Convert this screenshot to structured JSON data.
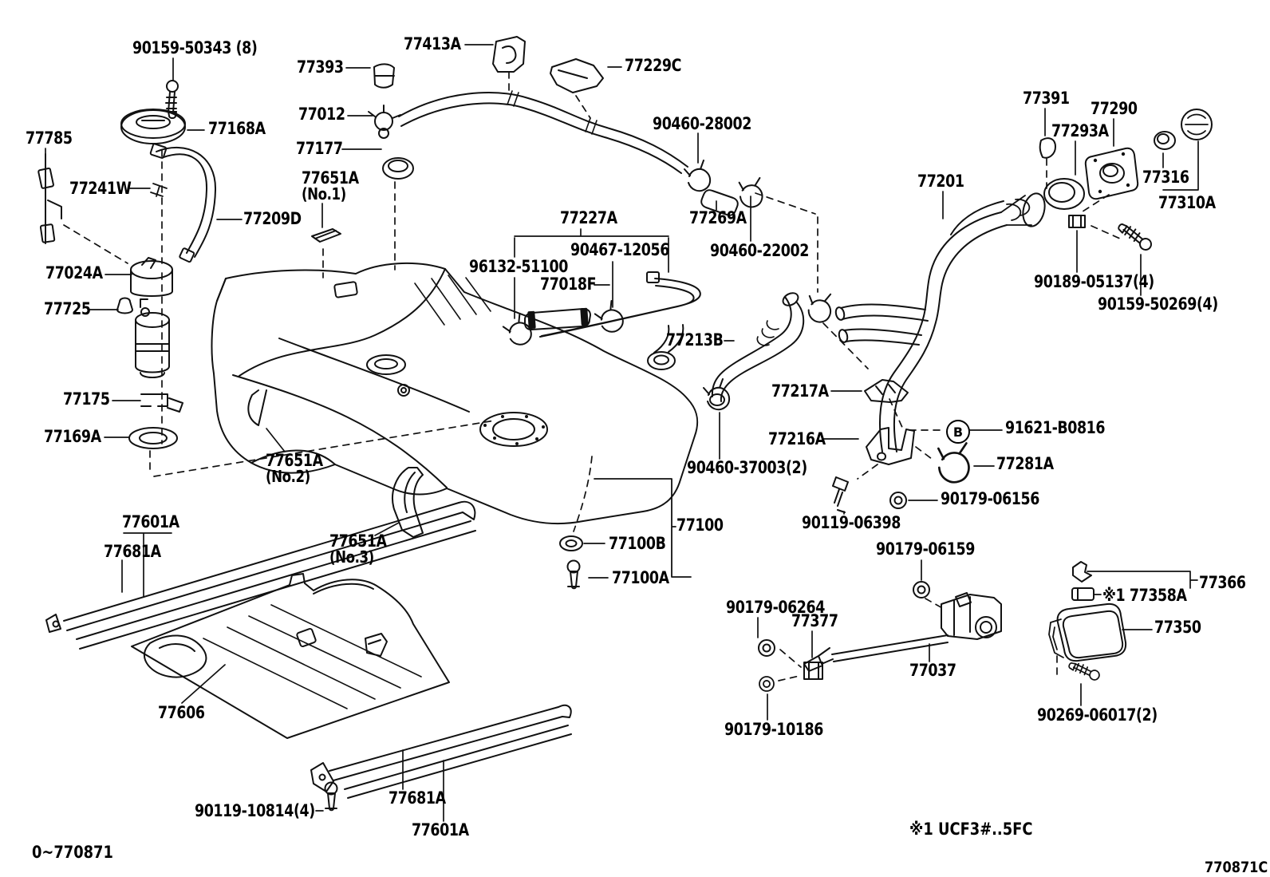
{
  "page": {
    "figure_code": "0~770871",
    "sheet_code": "770871C",
    "footnote": "※1 UCF3#..5FC",
    "ref_circle_label": "B",
    "colors": {
      "ink": "#111111",
      "background": "#ffffff"
    }
  },
  "callouts": [
    {
      "id": "screw-tank-plate",
      "text": "90159-50343 (8)"
    },
    {
      "id": "plate-fuel-pump",
      "text": "77168A"
    },
    {
      "id": "fuel-sender-gauge",
      "text": "77785"
    },
    {
      "id": "clip-tube",
      "text": "77241W"
    },
    {
      "id": "fuel-hose-no2",
      "text": "77209D"
    },
    {
      "id": "fuel-suction-support",
      "text": "77024A"
    },
    {
      "id": "valve-fuel-suction",
      "text": "77725"
    },
    {
      "id": "bracket-fuel-pump",
      "text": "77175"
    },
    {
      "id": "gasket-fuel-suction",
      "text": "77169A"
    },
    {
      "id": "cushion-tank-no2",
      "text": "77651A",
      "sub": "(No.2)"
    },
    {
      "id": "grommet-vent",
      "text": "77393"
    },
    {
      "id": "clamp-vent-tube",
      "text": "77413A"
    },
    {
      "id": "bracket-vent-hose",
      "text": "77229C"
    },
    {
      "id": "valve-fuel-cutoff",
      "text": "77012"
    },
    {
      "id": "clamp-hose-28002",
      "text": "90460-28002"
    },
    {
      "id": "gasket-cutoff-valve",
      "text": "77177"
    },
    {
      "id": "cushion-tank-no1",
      "text": "77651A",
      "sub": "(No.1)"
    },
    {
      "id": "tube-breather-set",
      "text": "77227A"
    },
    {
      "id": "pipe-breather",
      "text": "90467-12056"
    },
    {
      "id": "clamp-breather",
      "text": "96132-51100"
    },
    {
      "id": "hose-breather",
      "text": "77018F"
    },
    {
      "id": "joint-vent",
      "text": "77269A"
    },
    {
      "id": "clamp-hose-22002",
      "text": "90460-22002"
    },
    {
      "id": "hose-fuel-inlet",
      "text": "77213B"
    },
    {
      "id": "pipe-fuel-filler",
      "text": "77201"
    },
    {
      "id": "gasket-filler-neck",
      "text": "77391"
    },
    {
      "id": "shield-filler-opening",
      "text": "77290"
    },
    {
      "id": "retainer-filler",
      "text": "77293A"
    },
    {
      "id": "grommet-filler",
      "text": "77316"
    },
    {
      "id": "cap-fuel-filler",
      "text": "77310A"
    },
    {
      "id": "clamp-05137",
      "text": "90189-05137(4)"
    },
    {
      "id": "screw-50269",
      "text": "90159-50269(4)"
    },
    {
      "id": "bracket-filler-no1",
      "text": "77217A"
    },
    {
      "id": "bolt-ref-b",
      "text": "91621-B0816"
    },
    {
      "id": "bracket-filler-no2",
      "text": "77216A"
    },
    {
      "id": "clamp-filler-pipe",
      "text": "77281A"
    },
    {
      "id": "clamp-37003",
      "text": "90460-37003(2)"
    },
    {
      "id": "nut-06156",
      "text": "90179-06156"
    },
    {
      "id": "bolt-06398",
      "text": "90119-06398"
    },
    {
      "id": "fuel-tank",
      "text": "77100"
    },
    {
      "id": "washer-tank",
      "text": "77100B"
    },
    {
      "id": "bolt-tank",
      "text": "77100A"
    },
    {
      "id": "cushion-tank-no3",
      "text": "77651A",
      "sub": "(No.3)"
    },
    {
      "id": "band-tank-no1-upper",
      "text": "77601A"
    },
    {
      "id": "band-tank-no2-upper",
      "text": "77681A"
    },
    {
      "id": "protector-tank",
      "text": "77606"
    },
    {
      "id": "bolt-10814",
      "text": "90119-10814(4)"
    },
    {
      "id": "band-tank-no2-lower",
      "text": "77681A"
    },
    {
      "id": "band-tank-no1-lower",
      "text": "77601A"
    },
    {
      "id": "nut-06159",
      "text": "90179-06159"
    },
    {
      "id": "nut-06264",
      "text": "90179-06264"
    },
    {
      "id": "clamp-lock-cable",
      "text": "77377"
    },
    {
      "id": "lock-fuel-lid",
      "text": "77037"
    },
    {
      "id": "nut-10186",
      "text": "90179-10186"
    },
    {
      "id": "spring-lid",
      "text": "77366"
    },
    {
      "id": "support-lid",
      "text": "※1 77358A"
    },
    {
      "id": "lid-fuel-filler",
      "text": "77350"
    },
    {
      "id": "screw-06017",
      "text": "90269-06017(2)"
    }
  ]
}
